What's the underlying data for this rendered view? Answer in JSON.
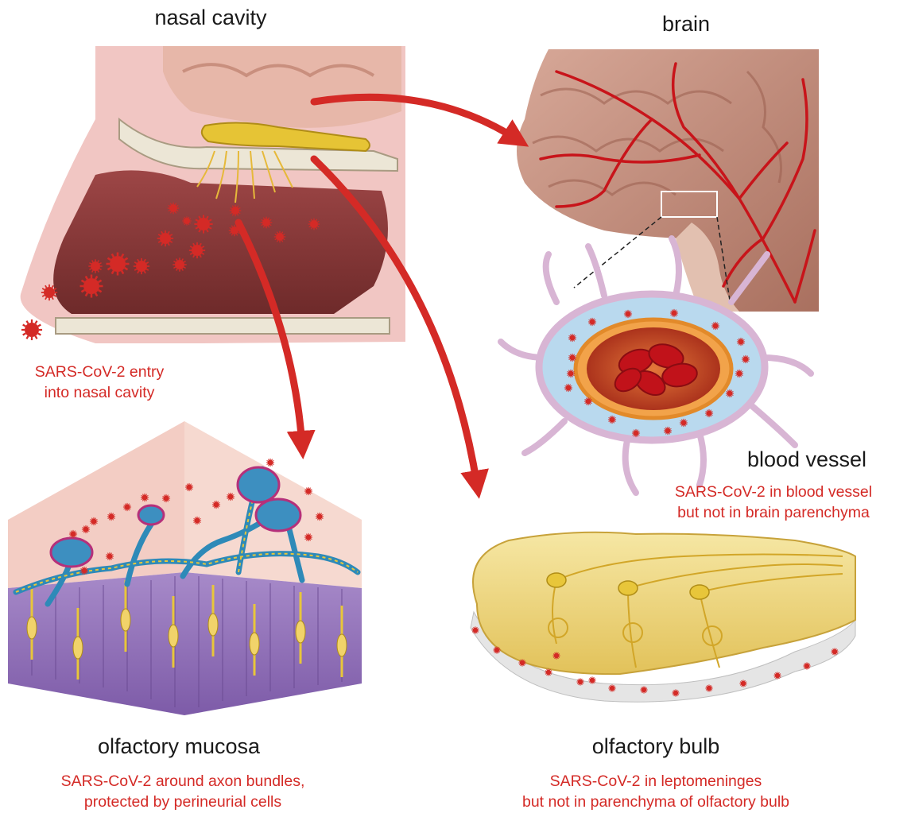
{
  "panels": {
    "nasal_cavity": {
      "title": "nasal cavity",
      "caption_lines": [
        "SARS-CoV-2 entry",
        "into nasal cavity"
      ]
    },
    "brain": {
      "title": "brain"
    },
    "blood_vessel": {
      "title": "blood vessel",
      "caption_lines": [
        "SARS-CoV-2 in blood vessel",
        "but not in brain parenchyma"
      ]
    },
    "olfactory_mucosa": {
      "title": "olfactory mucosa",
      "caption_lines": [
        "SARS-CoV-2 around axon bundles,",
        "protected by perineurial cells"
      ]
    },
    "olfactory_bulb": {
      "title": "olfactory bulb",
      "caption_lines": [
        "SARS-CoV-2 in leptomeninges",
        "but not in parenchyma of olfactory bulb"
      ]
    }
  },
  "colors": {
    "virus": "#d42a26",
    "arrow": "#d42a26",
    "caption_text": "#d42a26",
    "title_text": "#1a1a1a",
    "nasal_tissue": "#f1c6c3",
    "nasal_lumen": "#8e3a3a",
    "brain_tissue": "#c98f7e",
    "vessel": "#c8141a",
    "nerve_yellow": "#e8c63a",
    "mucosa_purple": "#9a7ac0",
    "axon_blue": "#2e8ab8",
    "blood_plasma": "#b9d9ee"
  },
  "icons": [
    "virus-particle-icon",
    "red-blood-cell-icon",
    "neuron-icon"
  ]
}
